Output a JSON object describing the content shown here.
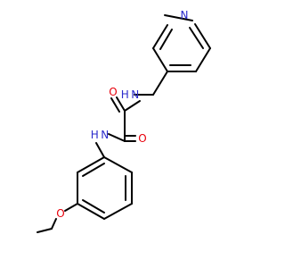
{
  "molecule": {
    "atoms": [
      {
        "id": "N_pyr",
        "label": "N",
        "color": "#2a2acb"
      },
      {
        "id": "NH_top",
        "label": "H N",
        "color": "#2a2acb"
      },
      {
        "id": "O_top",
        "label": "O",
        "color": "#e8000b"
      },
      {
        "id": "NH_left",
        "label": "H N",
        "color": "#2a2acb"
      },
      {
        "id": "O_right",
        "label": "O",
        "color": "#e8000b"
      },
      {
        "id": "O_methoxy",
        "label": "O",
        "color": "#e8000b"
      }
    ]
  },
  "colors": {
    "bond": "#000000",
    "nitrogen": "#2a2acb",
    "oxygen": "#e8000b",
    "background": "#ffffff"
  }
}
